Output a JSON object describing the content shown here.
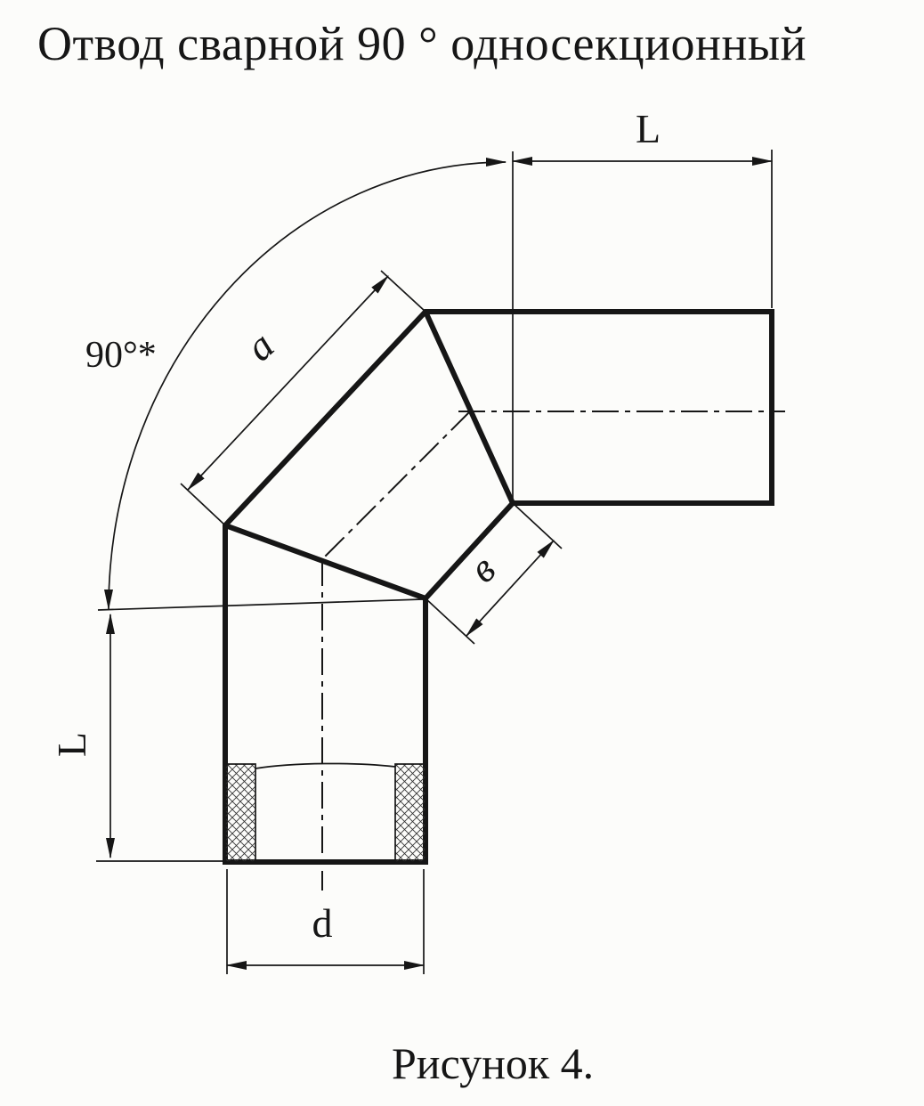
{
  "title": "Отвод сварной 90 ° односекционный",
  "caption": "Рисунок 4.",
  "labels": {
    "length_top": "L",
    "length_left": "L",
    "angle": "90°*",
    "neck_a": "a",
    "neck_v": "в",
    "diameter_d": "d"
  },
  "colors": {
    "ink": "#161616",
    "paper": "#fcfcfa"
  }
}
